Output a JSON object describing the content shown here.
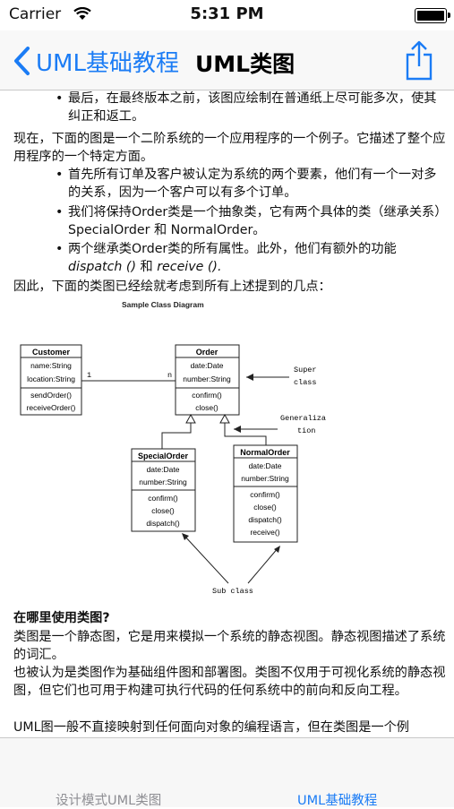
{
  "status_bar": {
    "carrier": "Carrier",
    "time": "5:31 PM"
  },
  "nav": {
    "back_label": "UML基础教程",
    "title": "UML类图",
    "accent_color": "#1b7cf5"
  },
  "content": {
    "bullet_top": "最后，在最终版本之前，该图应绘制在普通纸上尽可能多次，使其纠正和返工。",
    "para1": "现在，下面的图是一个二阶系统的一个应用程序的一个例子。它描述了整个应用程序的一个特定方面。",
    "bullet1": "首先所有订单及客户被认定为系统的两个要素，他们有一个一对多的关系，因为一个客户可以有多个订单。",
    "bullet2": "我们将保持Order类是一个抽象类，它有两个具体的类（继承关系）SpecialOrder 和 NormalOrder。",
    "bullet3_a": "两个继承类Order类的所有属性。此外，他们有额外的功能 ",
    "bullet3_dispatch": "dispatch ()",
    "bullet3_and": " 和 ",
    "bullet3_receive": "receive ().",
    "para2": "因此，下面的类图已经绘就考虑到所有上述提到的几点：",
    "heading": "在哪里使用类图?",
    "para3": "类图是一个静态图，它是用来模拟一个系统的静态视图。静态视图描述了系统的词汇。",
    "para4": "也被认为是类图作为基础组件图和部署图。类图不仅用于可视化系统的静态视图，但它们也可用于构建可执行代码的任何系统中的前向和反向工程。",
    "para5": "UML图一般不直接映射到任何面向对象的编程语言，但在类图是一个例"
  },
  "diagram": {
    "title": "Sample Class Diagram",
    "customer": {
      "name": "Customer",
      "attributes": [
        "name:String",
        "location:String"
      ],
      "methods": [
        "sendOrder()",
        "receiveOrder()"
      ]
    },
    "order": {
      "name": "Order",
      "attributes": [
        "date:Date",
        "number:String"
      ],
      "methods": [
        "confirm()",
        "close()"
      ]
    },
    "special_order": {
      "name": "SpecialOrder",
      "attributes": [
        "date:Date",
        "number:String"
      ],
      "methods": [
        "confirm()",
        "close()",
        "dispatch()"
      ]
    },
    "normal_order": {
      "name": "NormalOrder",
      "attributes": [
        "date:Date",
        "number:String"
      ],
      "methods": [
        "confirm()",
        "close()",
        "dispatch()",
        "receive()"
      ]
    },
    "multiplicity_one": "1",
    "multiplicity_many": "n",
    "label_super_1": "Super",
    "label_super_2": "class",
    "label_general_1": "Generaliza",
    "label_general_2": "tion",
    "label_subclass": "Sub class"
  },
  "tabbar": {
    "tab1_label": "设计模式UML类图",
    "tab2_label": "UML基础教程",
    "active_color": "#1b7cf5",
    "inactive_color": "#8e8e93"
  }
}
